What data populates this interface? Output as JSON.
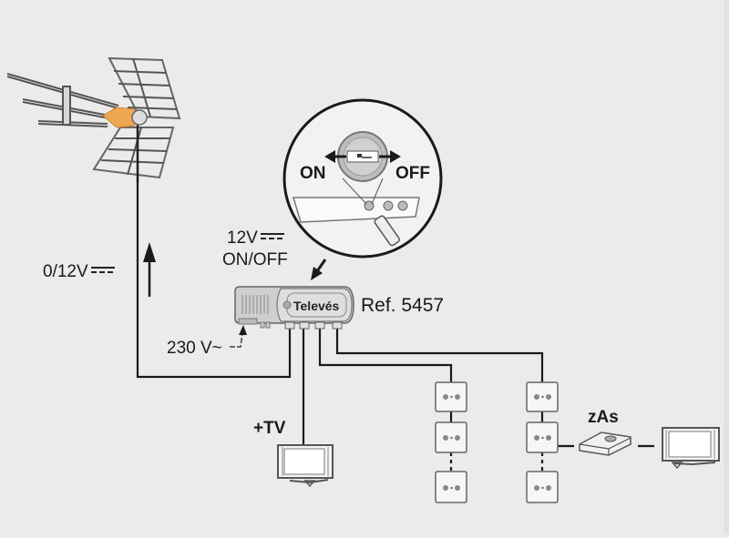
{
  "diagram": {
    "title": "Televés antenna amplifier installation",
    "labels": {
      "antenna_supply": "0/12V",
      "switch_supply": "12V",
      "switch_mode": "ON/OFF",
      "switch_on": "ON",
      "switch_off": "OFF",
      "mains": "230 V~",
      "amplifier_ref": "Ref. 5457",
      "amplifier_brand": "Televés",
      "tv_output": "+TV",
      "receiver": "zAs"
    },
    "colors": {
      "background": "#ecebe9",
      "line": "#1a1a1a",
      "antenna_amplifier": "#f0a850",
      "device_gray": "#c8c8c8"
    },
    "icons": {
      "antenna": "uhf-antenna-icon",
      "amplifier": "amplifier-box-icon",
      "switch_detail": "magnifier-detail-icon",
      "wall_socket": "tv-wall-socket-icon",
      "receiver": "set-top-box-icon",
      "tv": "flat-tv-icon"
    },
    "outlet_columns": 2,
    "outlets_per_column": 3
  }
}
